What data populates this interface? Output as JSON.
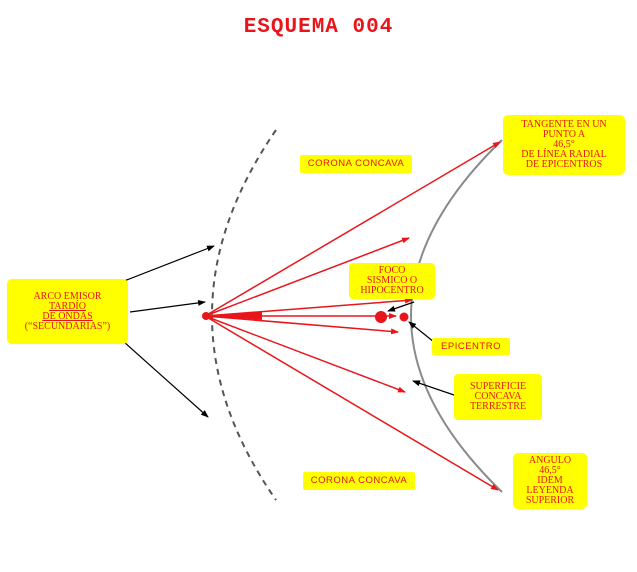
{
  "title": "ESQUEMA 004",
  "labels": {
    "tangente": [
      "TANGENTE EN UN",
      "PUNTO A",
      "46,5°",
      "DE LÍNEA RADIAL",
      "DE EPICENTROS"
    ],
    "corona_top": "CORONA CONCAVA",
    "corona_bottom": "CORONA CONCAVA",
    "arco": [
      "ARCO EMISOR",
      "TARDÍO",
      "DE ONDAS",
      "(“SECUNDARIAS”)"
    ],
    "foco": [
      "FOCO",
      "SISMICO O",
      "HIPOCENTRO"
    ],
    "epicentro": "EPICENTRO",
    "superficie": [
      "SUPERFICIE",
      "CONCAVA",
      "TERRESTRE"
    ],
    "angulo": [
      "ANGULO",
      "46,5°",
      "IDEM",
      "LEYENDA",
      "SUPERIOR"
    ]
  },
  "colors": {
    "red": "#e8161b",
    "label_bg": "#ffff00",
    "dashed_arc": "#555555",
    "surface_curve": "#888888",
    "black_arrow": "#000000"
  }
}
